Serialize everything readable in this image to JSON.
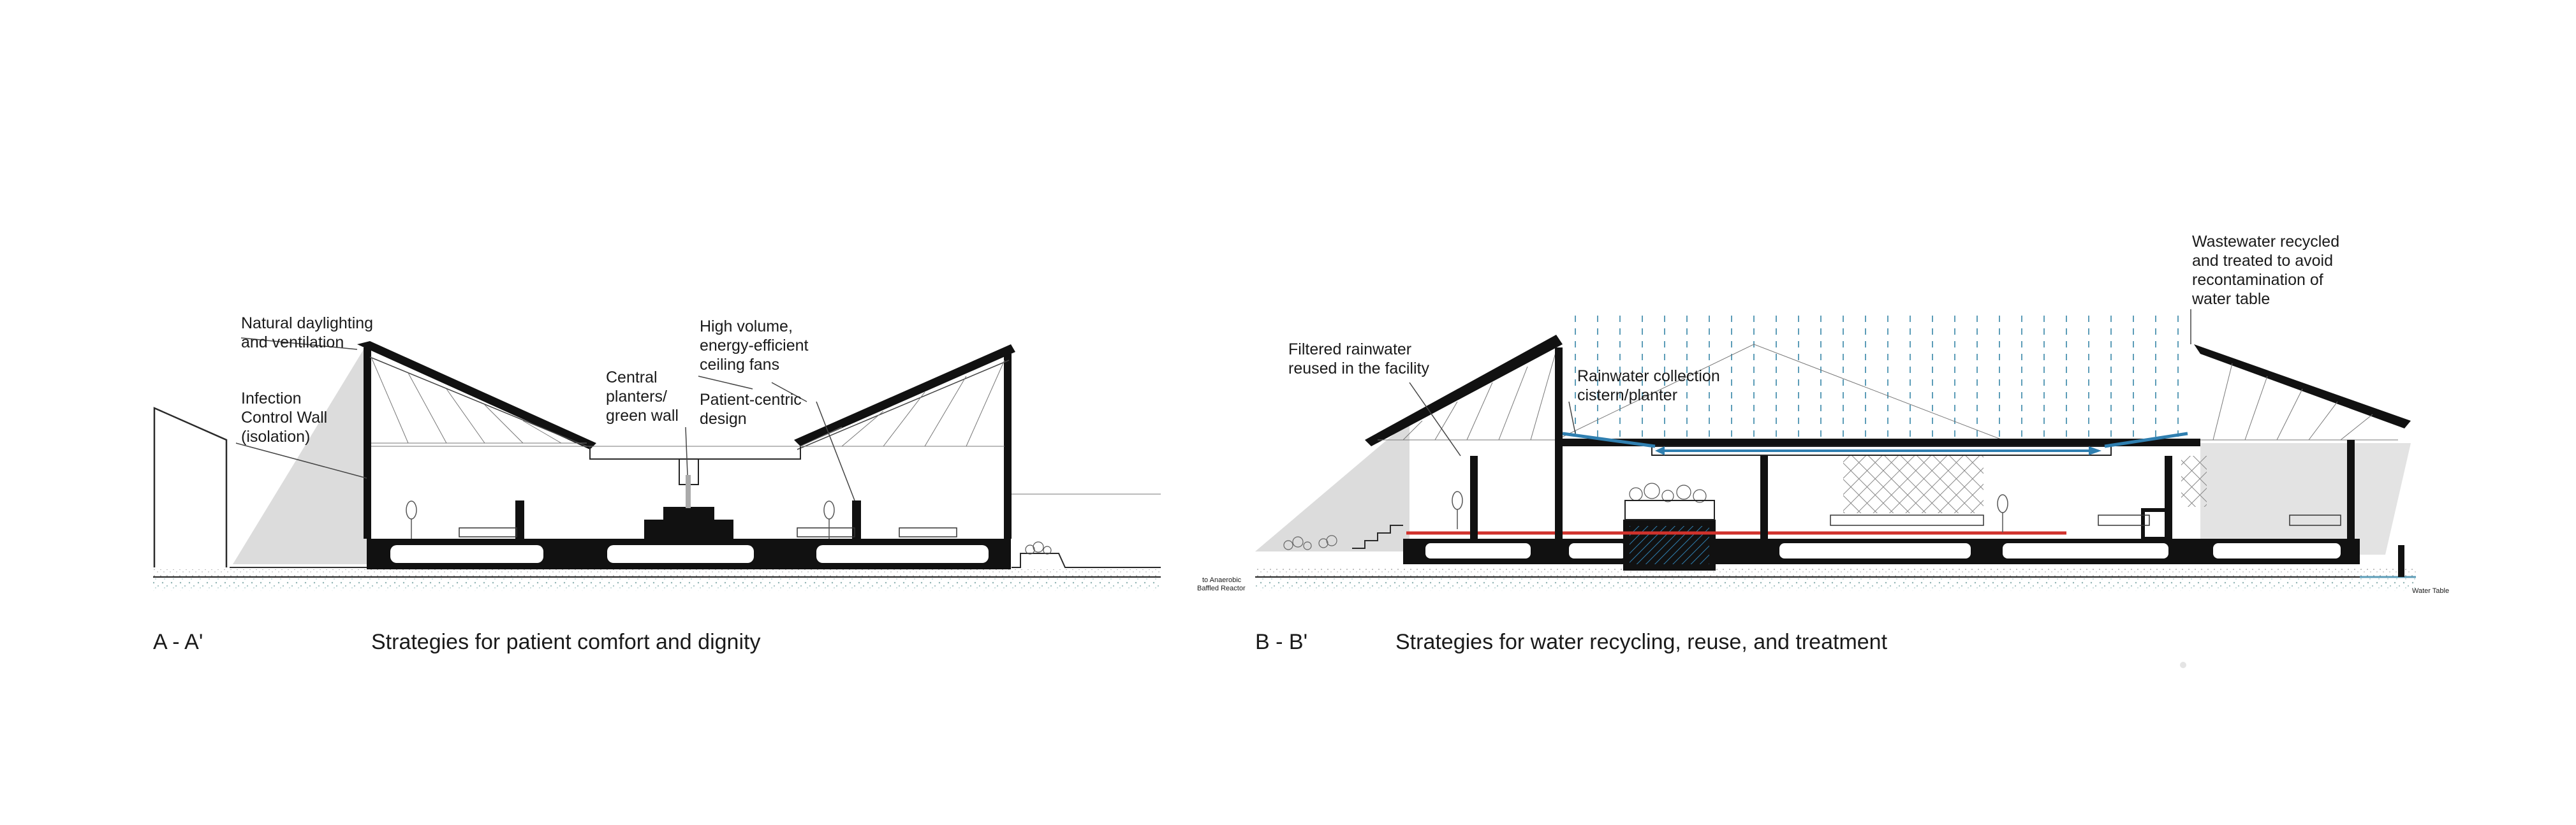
{
  "sections": [
    {
      "id": "A",
      "section_label": "A - A'",
      "caption": "Strategies for patient comfort and dignity",
      "annotations": [
        {
          "lines": [
            "Natural daylighting",
            "and ventilation"
          ]
        },
        {
          "lines": [
            "Infection",
            "Control Wall",
            "(isolation)"
          ]
        },
        {
          "lines": [
            "Central",
            "planters/",
            "green wall"
          ]
        },
        {
          "lines": [
            "High volume,",
            "energy-efficient",
            "ceiling fans"
          ]
        },
        {
          "lines": [
            "Patient-centric",
            "design"
          ]
        }
      ]
    },
    {
      "id": "B",
      "section_label": "B - B'",
      "caption": "Strategies for water recycling, reuse, and treatment",
      "annotations": [
        {
          "lines": [
            "Filtered rainwater",
            "reused in the facility"
          ]
        },
        {
          "lines": [
            "Rainwater collection",
            "cistern/planter"
          ]
        },
        {
          "lines": [
            "Wastewater recycled",
            "and treated to avoid",
            "recontamination of",
            "water table"
          ]
        }
      ],
      "small_labels": {
        "reactor": [
          "to Anaerobic",
          "Baffled Reactor"
        ],
        "water_table": "Water Table"
      }
    }
  ],
  "colors": {
    "ink": "#1a1a1a",
    "shadow": "#dcdcdc",
    "ground": "#bfd3d3",
    "rain": "#5d9db8",
    "collection": "#2f7fb0",
    "pipe": "#d0322c"
  }
}
